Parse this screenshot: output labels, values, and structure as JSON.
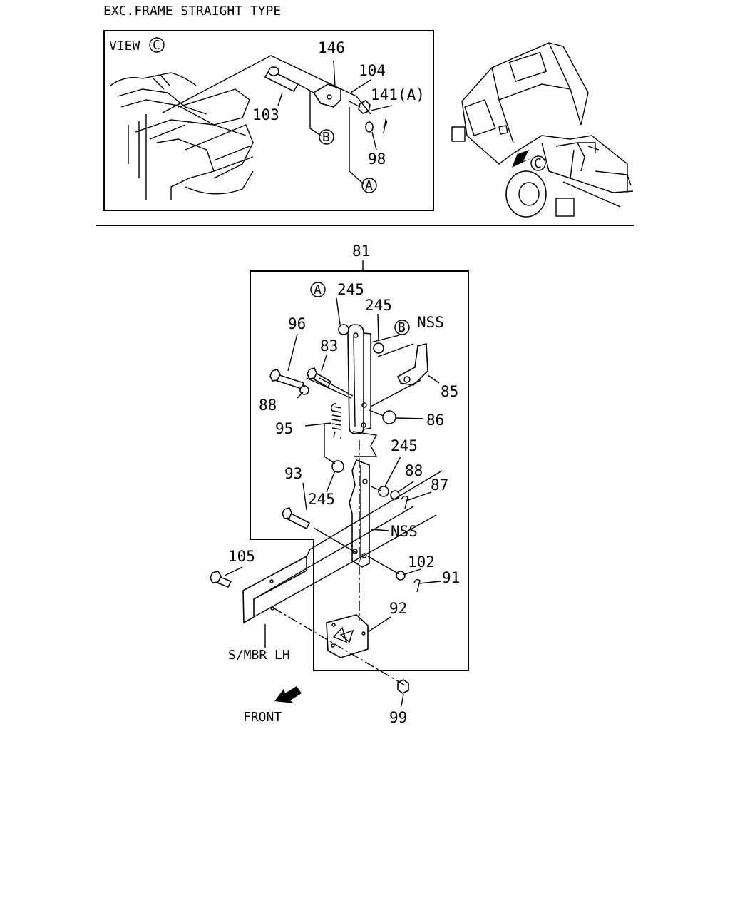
{
  "title": "EXC.FRAME STRAIGHT TYPE",
  "inset": {
    "view_label": "VIEW",
    "view_marker": "C",
    "parts": [
      "146",
      "104",
      "141(A)",
      "103",
      "98"
    ],
    "callouts": [
      "A",
      "B"
    ],
    "truck_marker": "C"
  },
  "main": {
    "assembly": "81",
    "parts": {
      "p245a": "245",
      "p245b": "245",
      "p245c": "245",
      "p245d": "245",
      "p96": "96",
      "p83": "83",
      "p85": "85",
      "p88a": "88",
      "p86": "86",
      "p95": "95",
      "p88b": "88",
      "p87": "87",
      "p93": "93",
      "p105": "105",
      "p102": "102",
      "p91": "91",
      "p92": "92",
      "p99": "99"
    },
    "nss_1": "NSS",
    "nss_2": "NSS",
    "callout_a": "A",
    "callout_b": "B",
    "member_label": "S/MBR LH",
    "front_label": "FRONT"
  }
}
